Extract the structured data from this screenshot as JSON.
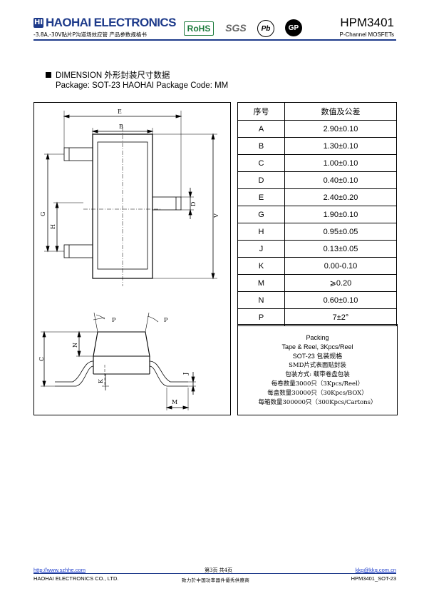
{
  "header": {
    "logo_glyph": "HI",
    "brand": "HAOHAI ELECTRONICS",
    "subtitle": "-3.8A,-30V贴片P沟道场效应管 产品参数规格书",
    "certs": [
      "RoHS",
      "SGS",
      "Pb",
      "GP"
    ],
    "part_number": "HPM3401",
    "part_type": "P-Channel MOSFETs",
    "brand_color": "#1d3a8a"
  },
  "section": {
    "title": "DIMENSION 外形封装尺寸数据",
    "package": "Package: SOT-23 HAOHAI Package Code: MM"
  },
  "drawing_labels": {
    "E": "E",
    "B": "B",
    "G": "G",
    "H": "H",
    "D": "D",
    "V": "V",
    "P1": "P",
    "P2": "P",
    "C": "C",
    "N": "N",
    "K": "K",
    "J": "J",
    "M": "M"
  },
  "table": {
    "headers": [
      "序号",
      "数值及公差"
    ],
    "rows": [
      {
        "key": "A",
        "value": "2.90±0.10"
      },
      {
        "key": "B",
        "value": "1.30±0.10"
      },
      {
        "key": "C",
        "value": "1.00±0.10"
      },
      {
        "key": "D",
        "value": "0.40±0.10"
      },
      {
        "key": "E",
        "value": "2.40±0.20"
      },
      {
        "key": "G",
        "value": "1.90±0.10"
      },
      {
        "key": "H",
        "value": "0.95±0.05"
      },
      {
        "key": "J",
        "value": "0.13±0.05"
      },
      {
        "key": "K",
        "value": "0.00-0.10"
      },
      {
        "key": "M",
        "value": "⩾0.20"
      },
      {
        "key": "N",
        "value": "0.60±0.10"
      },
      {
        "key": "P",
        "value": "7±2°"
      }
    ]
  },
  "packing": {
    "lines": [
      "Packing",
      "Tape & Reel, 3Kpcs/Reel",
      "SOT-23 包装规格",
      "SMD片式表面贴封装",
      "包装方式: 载带卷盘包装",
      "每卷数量3000只（3Kpcs/Reel）",
      "每盒数量30000只（30Kpcs/BOX）",
      "每箱数量300000只（300Kpcs/Cartons）"
    ]
  },
  "footer": {
    "website": "http://www.szhhe.com",
    "company": "HAOHAI ELECTRONICS CO., LTD.",
    "page": "第3页    共4页",
    "slogan": "致力於中国功率器件優秀供應商",
    "email": "kkg@kkg.com.cn",
    "doc_code": "HPM3401_SOT-23"
  }
}
